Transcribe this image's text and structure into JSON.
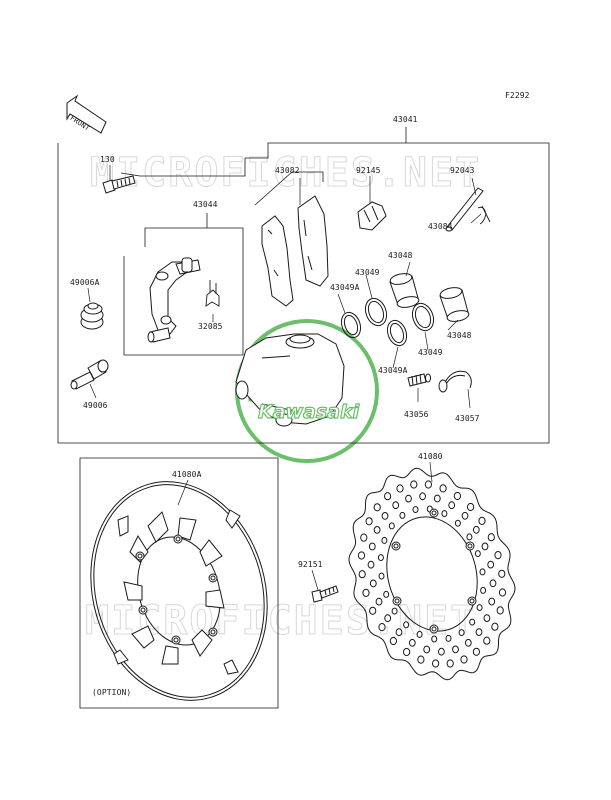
{
  "figure_code": "F2292",
  "front_arrow": "FRONT",
  "option_note": "(OPTION)",
  "watermark": "MICROFICHES.NET",
  "brand_logo": "Kawasaki",
  "colors": {
    "line": "#1a1a1a",
    "watermark": "#d4d4d4",
    "logo": "#6bbf6b"
  },
  "labels": {
    "p43041": "43041",
    "p130": "130",
    "p43082": "43082",
    "p92145": "92145",
    "p92043": "92043",
    "p43084": "43084",
    "p43044": "43044",
    "p43048a": "43048",
    "p43049a": "43049",
    "p43049Aa": "43049A",
    "p49006A": "49006A",
    "p32085": "32085",
    "p43048b": "43048",
    "p43049b": "43049",
    "p43049Ab": "43049A",
    "p49006": "49006",
    "p43056": "43056",
    "p43057": "43057",
    "p41080A": "41080A",
    "p41080": "41080",
    "p92151": "92151"
  }
}
